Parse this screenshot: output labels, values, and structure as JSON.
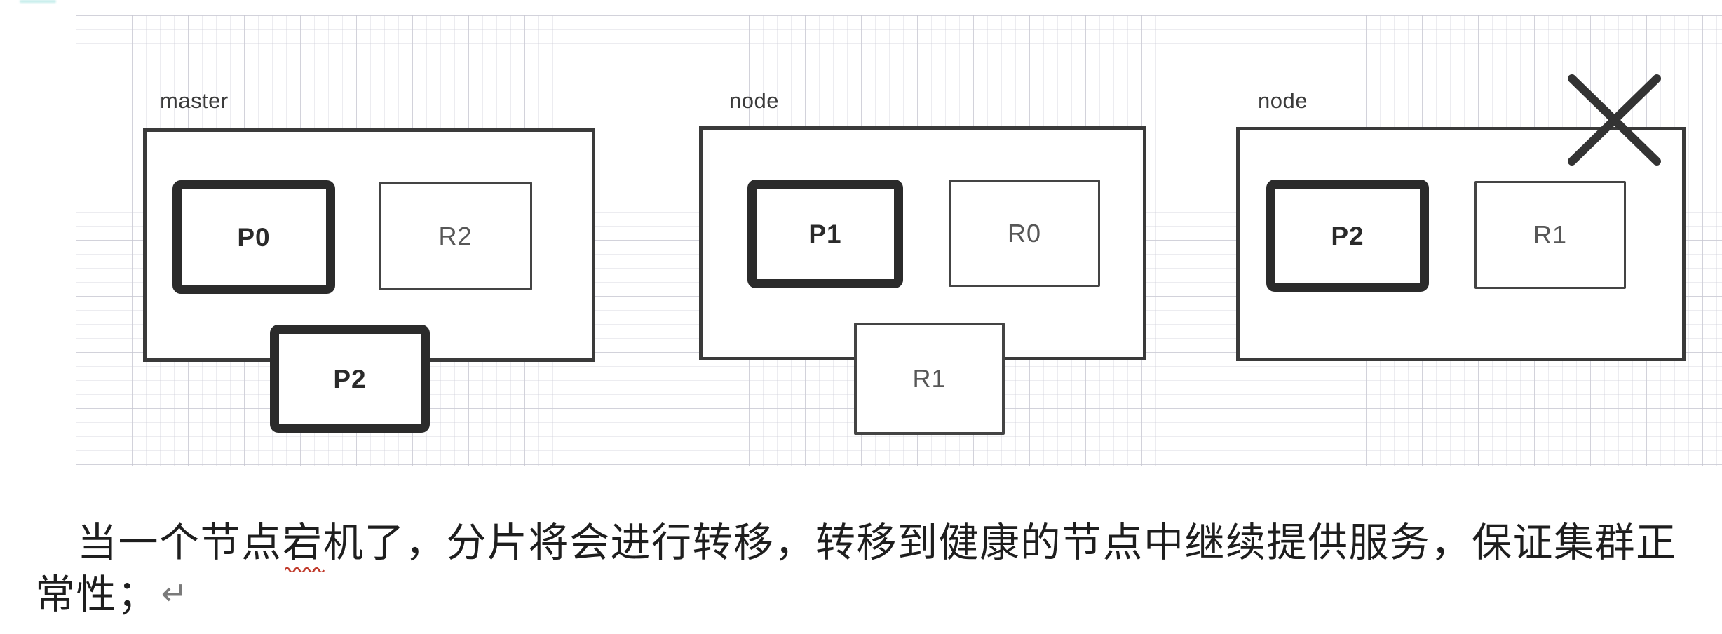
{
  "diagram": {
    "groups": [
      {
        "label": "master",
        "shards": [
          {
            "id": "P0",
            "type": "primary"
          },
          {
            "id": "R2",
            "type": "replica"
          }
        ],
        "hanging_shard": {
          "id": "P2",
          "type": "primary"
        },
        "failed": false
      },
      {
        "label": "node",
        "shards": [
          {
            "id": "P1",
            "type": "primary"
          },
          {
            "id": "R0",
            "type": "replica"
          }
        ],
        "hanging_shard": {
          "id": "R1",
          "type": "replica"
        },
        "failed": false
      },
      {
        "label": "node",
        "shards": [
          {
            "id": "P2",
            "type": "primary"
          },
          {
            "id": "R1",
            "type": "replica"
          }
        ],
        "failed": true,
        "failure_mark": "x-cross"
      }
    ]
  },
  "paragraph": {
    "line1_before": "当一个节点",
    "line1_misspelled": "宕",
    "line1_after": "机了，分片将会进行转移，转移到健康的节点中继续提供服务，保证集群正",
    "line2": "常性；",
    "return_mark": "↵"
  },
  "colors": {
    "node_border": "#3a3a3a",
    "primary_border": "#2b2b2b",
    "replica_border": "#444444",
    "text_ink": "#1e1e1e",
    "label_gray": "#3b3b3b",
    "replica_label": "#575757",
    "squiggle_red": "#c03a2b",
    "return_mark_gray": "#7a7a7a",
    "grid_line": "#cdcdd8"
  }
}
